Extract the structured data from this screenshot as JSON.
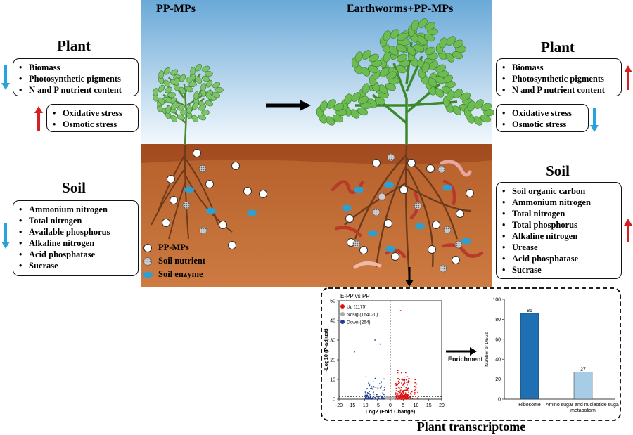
{
  "scene": {
    "left_title": "PP-MPs",
    "right_title": "Earthworms+PP-MPs"
  },
  "left": {
    "plant_heading": "Plant",
    "plant_down_items": [
      "Biomass",
      "Photosynthetic pigments",
      "N and P nutrient content"
    ],
    "plant_up_items": [
      "Oxidative stress",
      "Osmotic stress"
    ],
    "soil_heading": "Soil",
    "soil_down_items": [
      "Ammonium nitrogen",
      "Total nitrogen",
      "Available phosphorus",
      "Alkaline nitrogen",
      "Acid phosphatase",
      "Sucrase"
    ]
  },
  "right": {
    "plant_heading": "Plant",
    "plant_up_items": [
      "Biomass",
      "Photosynthetic pigments",
      "N and P nutrient content"
    ],
    "plant_down_items": [
      "Oxidative stress",
      "Osmotic stress"
    ],
    "soil_heading": "Soil",
    "soil_up_items": [
      "Soil organic carbon",
      "Ammonium nitrogen",
      "Total nitrogen",
      "Total phosphorus",
      "Alkaline nitrogen",
      "Urease",
      "Acid phosphatase",
      "Sucrase"
    ]
  },
  "legend": {
    "items": [
      {
        "label": "PP-MPs",
        "icon": "white-circle"
      },
      {
        "label": "Soil nutrient",
        "icon": "gray-dotted-circle"
      },
      {
        "label": "Soil enzyme",
        "icon": "blue-ellipse"
      }
    ]
  },
  "colors": {
    "sky_top": "#6aa9d8",
    "sky_bottom": "#ffffff",
    "soil": "#c8753c",
    "soil_top": "#a54e22",
    "up_arrow": "#d42020",
    "down_arrow": "#29a3dc",
    "leaf": "#7cc46a",
    "enzyme": "#2f9fd0",
    "volcano_up": "#e01010",
    "volcano_nosig": "#aaaaaa",
    "volcano_down": "#1f3d9a",
    "bar_ribosome": "#1f6fb3",
    "bar_amino": "#a7cde6"
  },
  "transcriptome": {
    "title": "Plant transcriptome",
    "enrichment_label": "Enrichment"
  },
  "chart_data": [
    {
      "type": "scatter",
      "title": "E-PP vs PP",
      "xlabel": "Log2 (Fold Change)",
      "ylabel": "-Log10 (P-adjust)",
      "xlim": [
        -20,
        20
      ],
      "ylim": [
        0,
        50
      ],
      "xticks": [
        "-20",
        "-15",
        "-10",
        "-5",
        "0",
        "5",
        "10",
        "15",
        "20"
      ],
      "yticks": [
        "0",
        "10",
        "20",
        "30",
        "40",
        "50"
      ],
      "legend_position": "top-left",
      "series": [
        {
          "name": "Up (1175)",
          "color": "#e01010"
        },
        {
          "name": "Nosig (164020)",
          "color": "#aaaaaa"
        },
        {
          "name": "Down (264)",
          "color": "#1f3d9a"
        }
      ]
    },
    {
      "type": "bar",
      "categories": [
        "Ribosome",
        "Amino sugar and nucleotide sugar metabolism"
      ],
      "values": [
        86,
        27
      ],
      "ylabel": "Number of DEGs",
      "ylim": [
        0,
        100
      ],
      "yticks": [
        "0",
        "20",
        "40",
        "60",
        "80",
        "100"
      ],
      "colors": [
        "#1f6fb3",
        "#a7cde6"
      ]
    }
  ]
}
